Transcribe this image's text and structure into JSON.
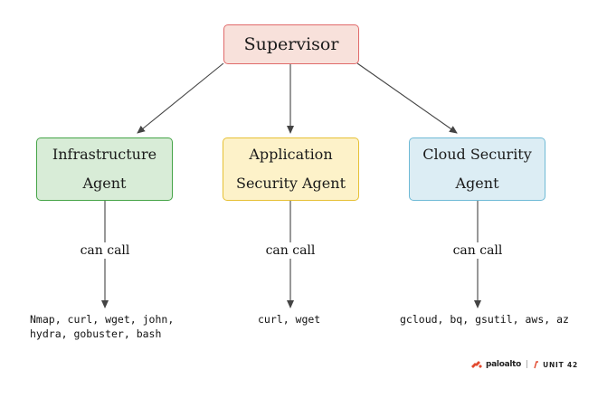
{
  "colors": {
    "supervisor_fill": "#f8e1db",
    "supervisor_border": "#e06a6a",
    "infra_fill": "#d8ecd7",
    "infra_border": "#45a447",
    "appsec_fill": "#fdf2c9",
    "appsec_border": "#e6c034",
    "cloud_fill": "#dcedf4",
    "cloud_border": "#6fbad6",
    "arrow": "#444444",
    "logo_accent": "#e2492f"
  },
  "nodes": {
    "supervisor": "Supervisor",
    "infra": "Infrastructure\nAgent",
    "appsec": "Application\nSecurity Agent",
    "cloud": "Cloud Security\nAgent"
  },
  "edge_labels": {
    "infra": "can call",
    "appsec": "can call",
    "cloud": "can call"
  },
  "tools": {
    "infra": "Nmap, curl, wget, john,\nhydra, gobuster, bash",
    "appsec": "curl, wget",
    "cloud": "gcloud, bq, gsutil, aws, az"
  },
  "logo": {
    "brand": "paloalto",
    "unit": "UNIT 42",
    "brand_icon": "paloalto-logo-icon",
    "unit_icon": "unit42-logo-icon"
  }
}
